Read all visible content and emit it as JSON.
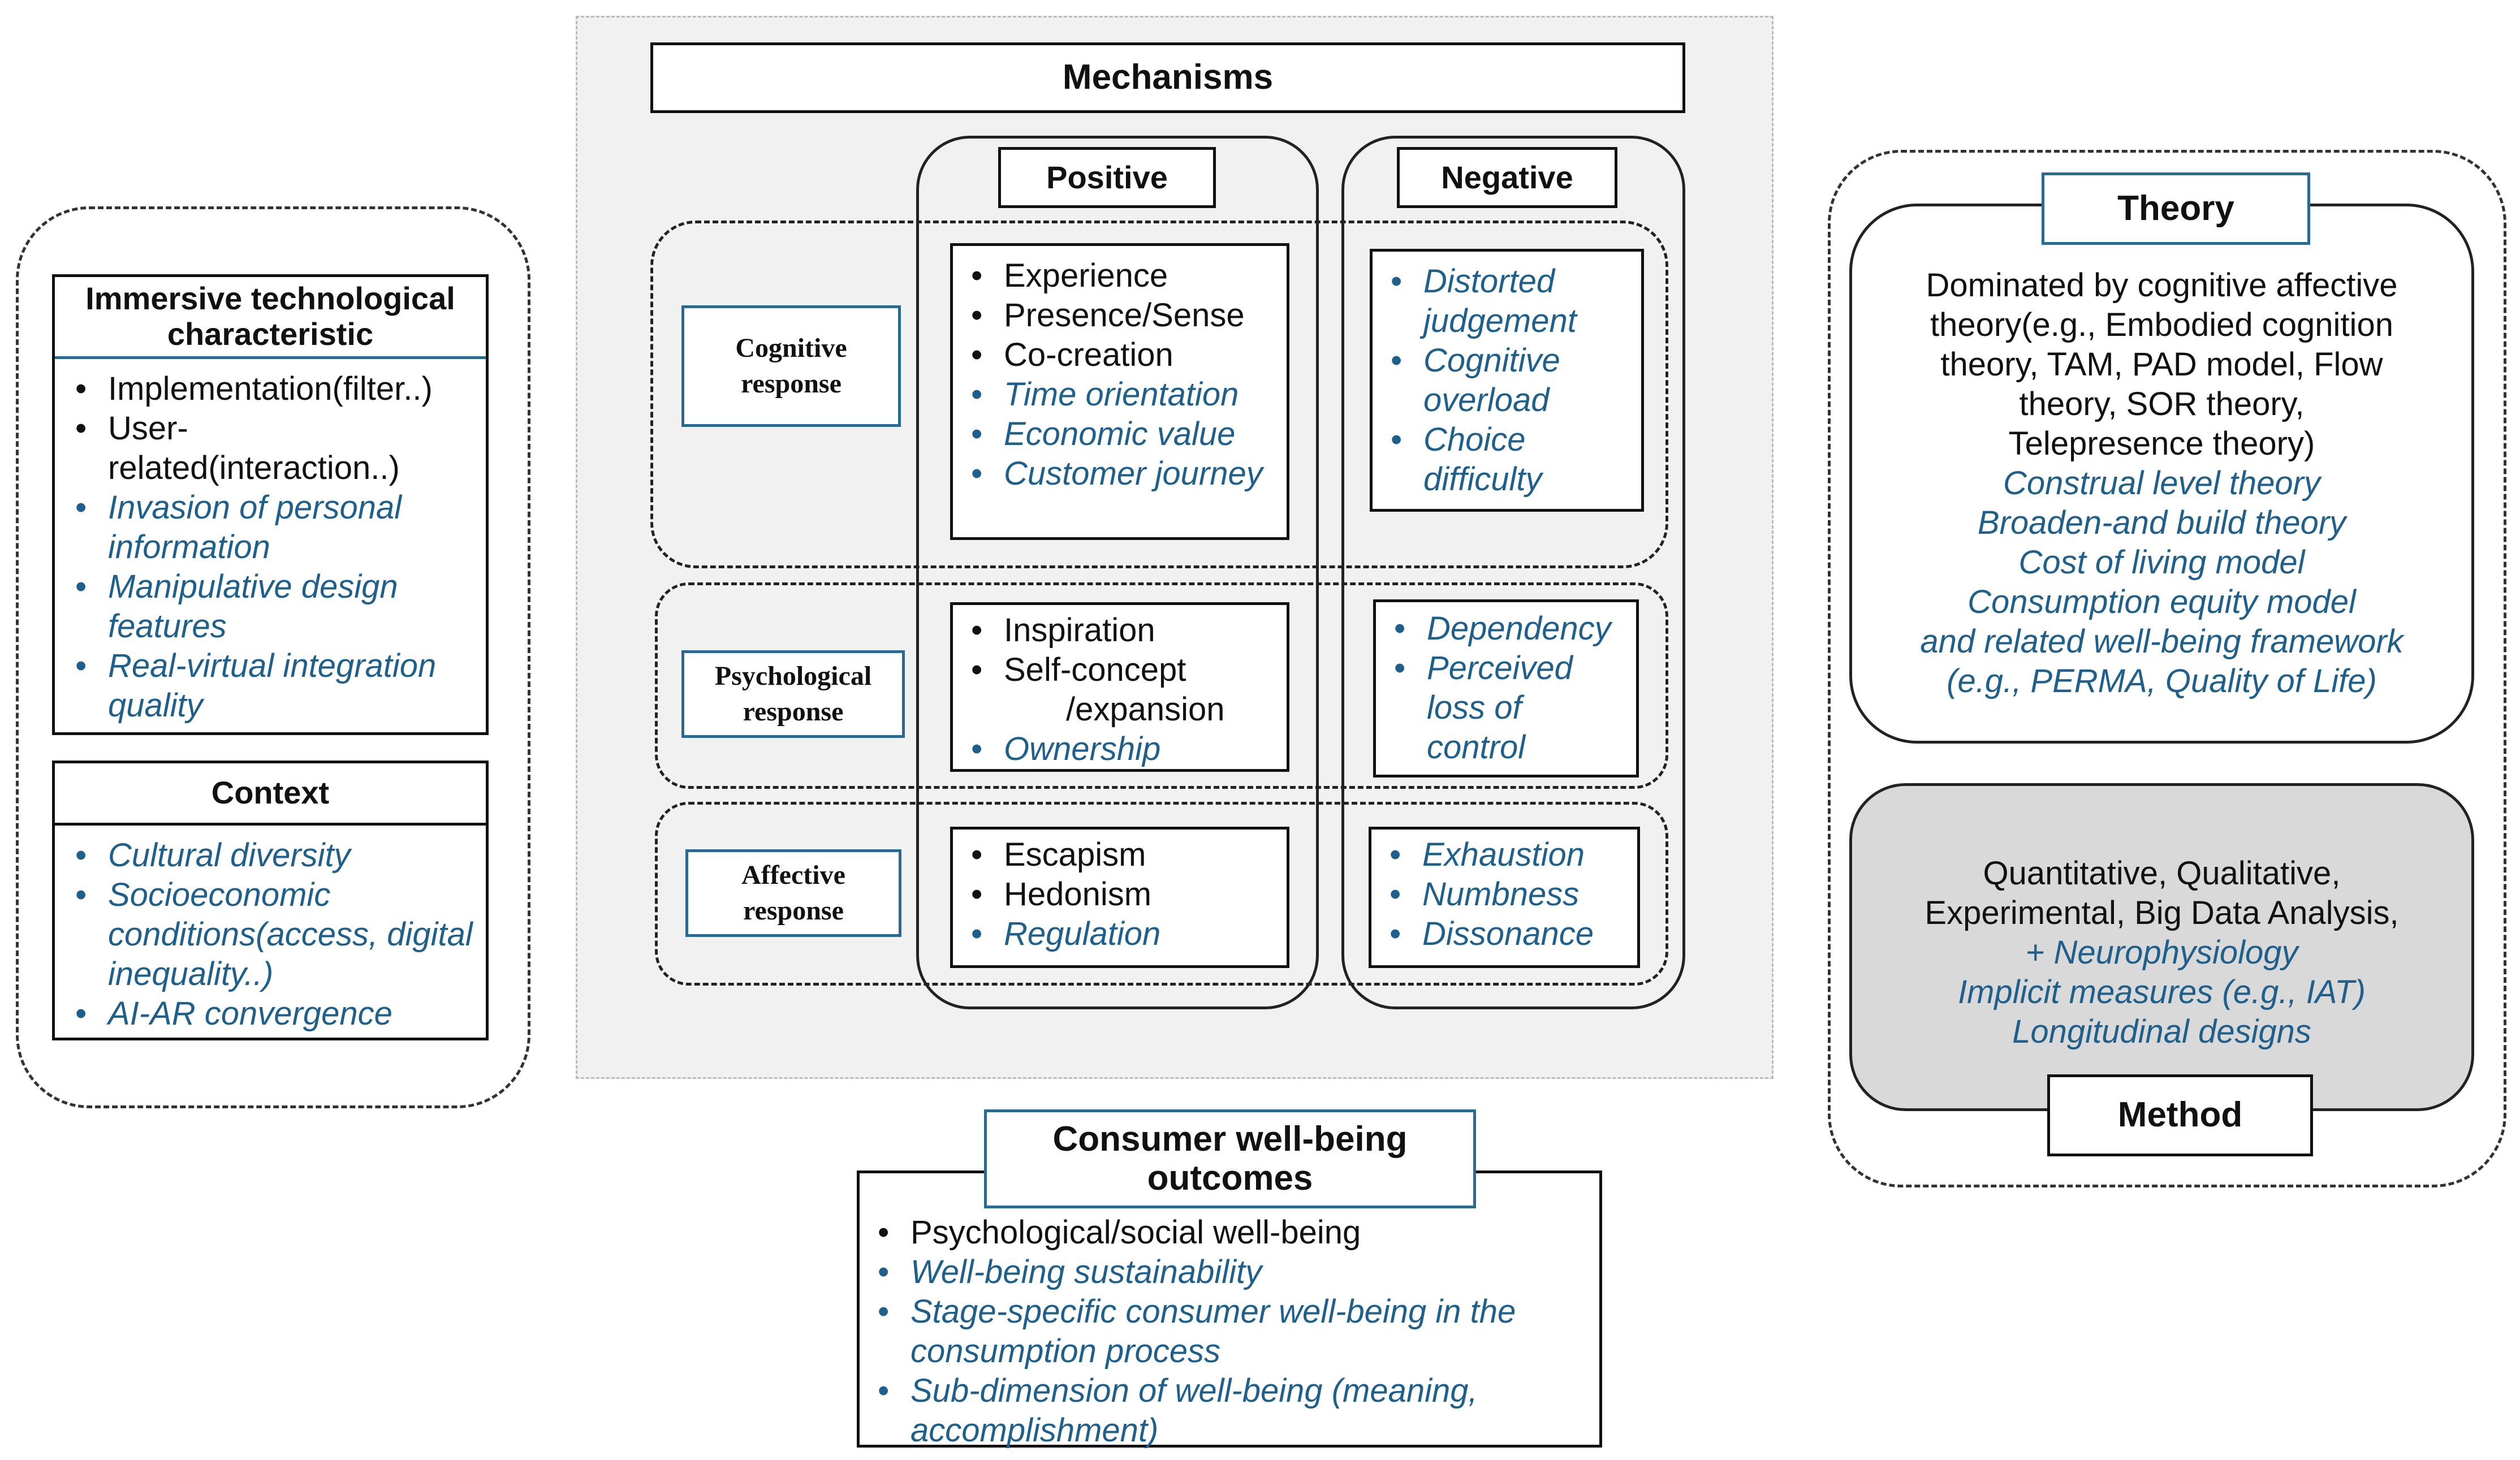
{
  "tech": {
    "title": "Immersive technological characteristic",
    "items": [
      {
        "text": "Implementation(filter..)",
        "emphasis": false
      },
      {
        "text": "User-related(interaction..)",
        "emphasis": false
      },
      {
        "text": "Invasion of personal information",
        "emphasis": true
      },
      {
        "text": "Manipulative design features",
        "emphasis": true
      },
      {
        "text": "Real-virtual integration quality",
        "emphasis": true
      }
    ]
  },
  "context": {
    "title": "Context",
    "items": [
      {
        "text": "Cultural diversity",
        "emphasis": true
      },
      {
        "text": "Socioeconomic conditions(access, digital inequality..)",
        "emphasis": true
      },
      {
        "text": "AI-AR convergence",
        "emphasis": true
      }
    ]
  },
  "mechanisms": {
    "title": "Mechanisms",
    "positive_label": "Positive",
    "negative_label": "Negative",
    "rows": [
      {
        "label": "Cognitive response",
        "positive": [
          {
            "text": "Experience",
            "emphasis": false
          },
          {
            "text": "Presence/Sense",
            "emphasis": false
          },
          {
            "text": "Co-creation",
            "emphasis": false
          },
          {
            "text": "Time orientation",
            "emphasis": true
          },
          {
            "text": "Economic value",
            "emphasis": true
          },
          {
            "text": "Customer journey",
            "emphasis": true
          }
        ],
        "negative": [
          {
            "text": "Distorted judgement",
            "emphasis": true
          },
          {
            "text": "Cognitive overload",
            "emphasis": true
          },
          {
            "text": "Choice difficulty",
            "emphasis": true
          }
        ]
      },
      {
        "label": "Psychological response",
        "positive": [
          {
            "text": "Inspiration",
            "emphasis": false
          },
          {
            "text": "Self-concept",
            "emphasis": false
          },
          {
            "text": "/expansion",
            "emphasis": false,
            "continuation": true
          },
          {
            "text": "Ownership",
            "emphasis": true
          }
        ],
        "negative": [
          {
            "text": "Dependency",
            "emphasis": true
          },
          {
            "text": "Perceived loss of control",
            "emphasis": true
          }
        ]
      },
      {
        "label": "Affective response",
        "positive": [
          {
            "text": "Escapism",
            "emphasis": false
          },
          {
            "text": "Hedonism",
            "emphasis": false
          },
          {
            "text": "Regulation",
            "emphasis": true
          }
        ],
        "negative": [
          {
            "text": "Exhaustion",
            "emphasis": true
          },
          {
            "text": "Numbness",
            "emphasis": true
          },
          {
            "text": "Dissonance",
            "emphasis": true
          }
        ]
      }
    ]
  },
  "outcomes": {
    "title": "Consumer well-being outcomes",
    "items": [
      {
        "text": "Psychological/social well-being",
        "emphasis": false
      },
      {
        "text": "Well-being sustainability",
        "emphasis": true
      },
      {
        "text": "Stage-specific consumer well-being in the consumption process",
        "emphasis": true
      },
      {
        "text": "Sub-dimension of well-being (meaning, accomplishment)",
        "emphasis": true
      }
    ]
  },
  "theory": {
    "title": "Theory",
    "lines": [
      {
        "text": "Dominated by cognitive affective",
        "emphasis": false
      },
      {
        "text": "theory(e.g., Embodied cognition",
        "emphasis": false
      },
      {
        "text": "theory, TAM, PAD model, Flow",
        "emphasis": false
      },
      {
        "text": "theory, SOR theory,",
        "emphasis": false
      },
      {
        "text": "Telepresence theory)",
        "emphasis": false
      },
      {
        "text": "Construal level theory",
        "emphasis": true
      },
      {
        "text": "Broaden-and build theory",
        "emphasis": true
      },
      {
        "text": "Cost of living model",
        "emphasis": true
      },
      {
        "text": "Consumption equity model",
        "emphasis": true
      },
      {
        "text": "and related well-being framework",
        "emphasis": true
      },
      {
        "text": "(e.g., PERMA, Quality of Life)",
        "emphasis": true
      }
    ]
  },
  "method": {
    "title": "Method",
    "lines": [
      {
        "text": "Quantitative, Qualitative,",
        "emphasis": false
      },
      {
        "text": "Experimental, Big Data Analysis,",
        "emphasis": false
      },
      {
        "text": "+ Neurophysiology",
        "emphasis": true
      },
      {
        "text": "Implicit measures (e.g., IAT)",
        "emphasis": true
      },
      {
        "text": "Longitudinal designs",
        "emphasis": true
      }
    ]
  }
}
